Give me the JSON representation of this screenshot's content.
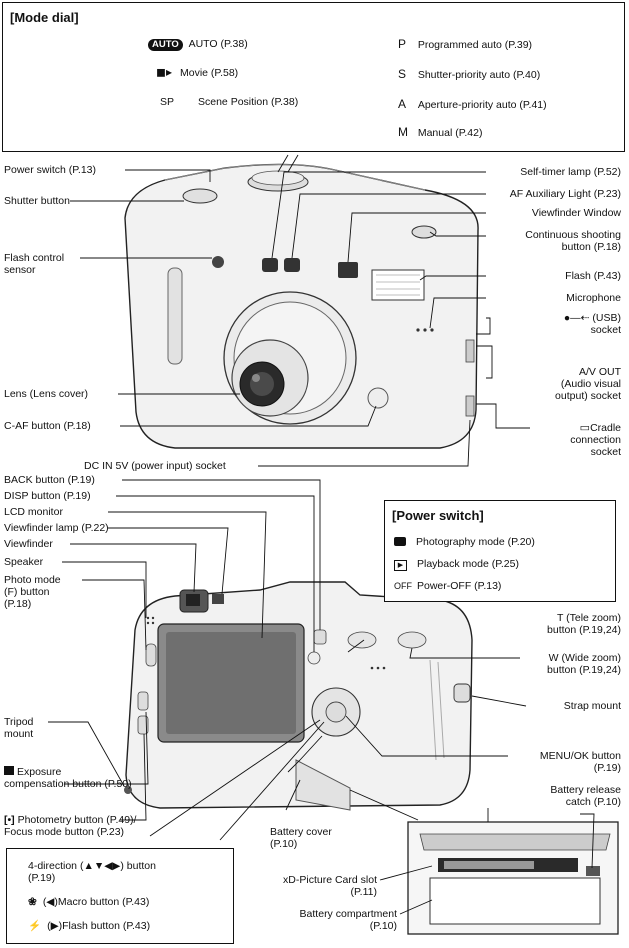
{
  "mode_dial": {
    "heading": "[Mode dial]",
    "auto_badge": "AUTO",
    "auto": "AUTO (P.38)",
    "movie": "Movie (P.58)",
    "sp_symbol": "SP",
    "sp": "Scene Position (P.38)",
    "p_symbol": "P",
    "p": "Programmed auto (P.39)",
    "s_symbol": "S",
    "s": "Shutter-priority auto (P.40)",
    "a_symbol": "A",
    "a": "Aperture-priority auto (P.41)",
    "m_symbol": "M",
    "m": "Manual (P.42)"
  },
  "front": {
    "power_switch": "Power switch (P.13)",
    "shutter_button": "Shutter button",
    "flash_control_1": "Flash control",
    "flash_control_2": "sensor",
    "lens": "Lens (Lens cover)",
    "caf_button": "C-AF button (P.18)",
    "dc_in": "DC IN 5V (power input) socket",
    "self_timer": "Self-timer lamp (P.52)",
    "af_light": "AF Auxiliary Light (P.23)",
    "viewfinder_window": "Viewfinder Window",
    "continuous_1": "Continuous shooting",
    "continuous_2": "button (P.18)",
    "flash": "Flash (P.43)",
    "microphone": "Microphone",
    "usb_1": "(USB)",
    "usb_2": "socket",
    "av_1": "A/V OUT",
    "av_2": "(Audio visual",
    "av_3": "output) socket",
    "cradle_1": "Cradle",
    "cradle_2": "connection",
    "cradle_3": "socket"
  },
  "back": {
    "back_button": "BACK button (P.19)",
    "disp_button": "DISP button (P.19)",
    "lcd_monitor": "LCD monitor",
    "viewfinder_lamp": "Viewfinder lamp (P.22)",
    "viewfinder": "Viewfinder",
    "speaker": "Speaker",
    "photo_mode_1": "Photo mode",
    "photo_mode_2": "(F) button",
    "photo_mode_3": "(P.18)",
    "tripod_1": "Tripod",
    "tripod_2": "mount",
    "exposure_1": "Exposure",
    "exposure_2": "compensation button (P.50)",
    "photometry_1": "Photometry button (P.49)/",
    "photometry_2": "Focus mode button (P.23)",
    "tele_1": "T (Tele zoom)",
    "tele_2": "button (P.19,24)",
    "wide_1": "W (Wide zoom)",
    "wide_2": "button (P.19,24)",
    "strap_mount": "Strap mount",
    "menu_ok_1": "MENU/OK button",
    "menu_ok_2": "(P.19)",
    "battery_release_1": "Battery release",
    "battery_release_2": "catch (P.10)",
    "battery_cover_1": "Battery cover",
    "battery_cover_2": "(P.10)",
    "xd_slot_1": "xD-Picture Card slot",
    "xd_slot_2": "(P.11)",
    "battery_comp_1": "Battery compartment",
    "battery_comp_2": "(P.10)"
  },
  "power_switch_box": {
    "heading": "[Power switch]",
    "photography": "Photography mode (P.20)",
    "playback": "Playback mode (P.25)",
    "off_symbol": "OFF",
    "power_off": "Power-OFF (P.13)"
  },
  "direction_box": {
    "line1": "4-direction (▲▼◀▶) button",
    "line2": "(P.19)",
    "macro": "(◀)Macro button (P.43)",
    "flash": "(▶)Flash button (P.43)"
  }
}
